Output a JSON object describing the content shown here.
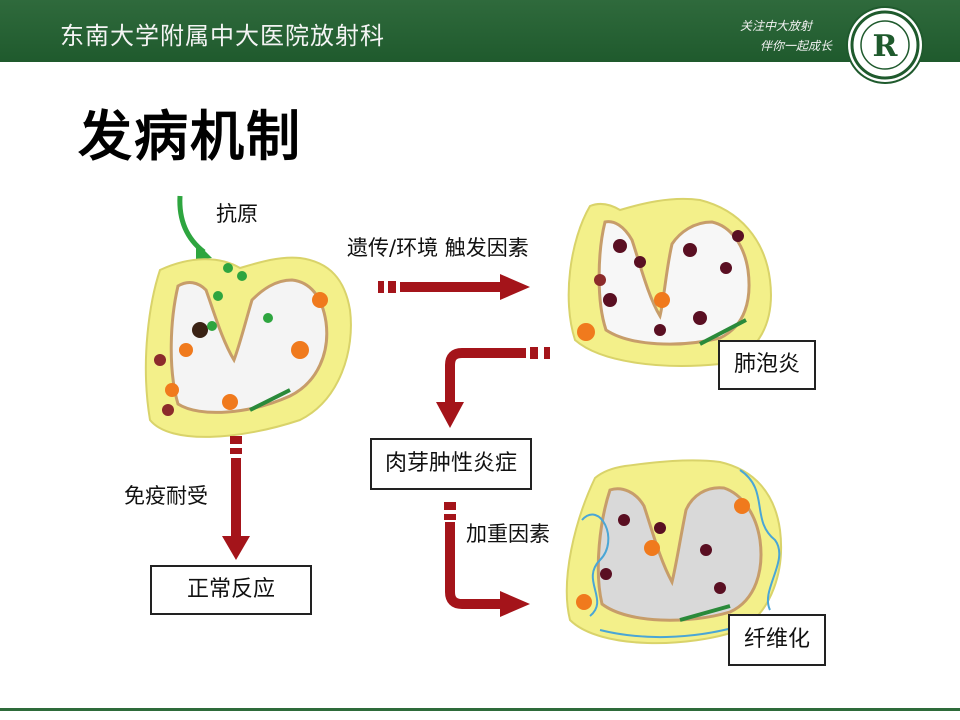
{
  "header": {
    "institution": "东南大学附属中大医院放射科",
    "slogan_line1": "关注中大放射",
    "slogan_line2": "伴你一起成长",
    "logo_letter": "R"
  },
  "slide": {
    "title": "发病机制"
  },
  "diagram": {
    "antigen_label": "抗原",
    "trigger_label": "遗传/环境 触发因素",
    "tolerance_label": "免疫耐受",
    "normal_box": "正常反应",
    "pneumonitis_box": "肺泡炎",
    "granulation_box": "肉芽肿性炎症",
    "aggravating_label": "加重因素",
    "fibrosis_box": "纤维化"
  },
  "colors": {
    "header_green": "#23603a",
    "arrow_red": "#a4141a",
    "antigen_arrow": "#2ea53f",
    "tissue_yellow": "#f3f08a",
    "macrophage_orange": "#f07a1d"
  }
}
